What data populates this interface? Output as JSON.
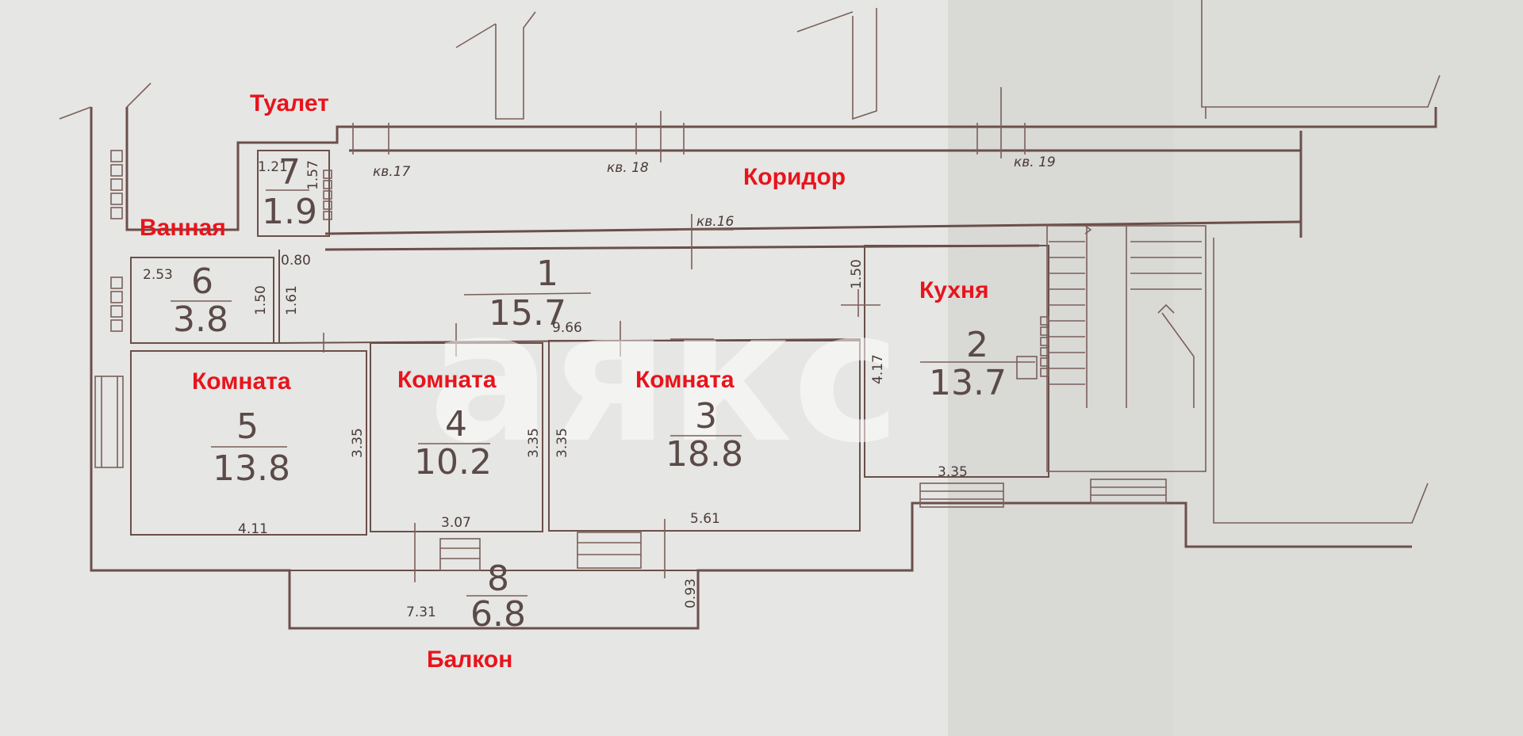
{
  "labels": {
    "toilet": "Туалет",
    "bathroom": "Ванная",
    "corridor": "Коридор",
    "kitchen": "Кухня",
    "room_5": "Комната",
    "room_4": "Комната",
    "room_3": "Комната",
    "balcony": "Балкон"
  },
  "rooms": [
    {
      "num": "1",
      "area": "15.7"
    },
    {
      "num": "2",
      "area": "13.7"
    },
    {
      "num": "3",
      "area": "18.8"
    },
    {
      "num": "4",
      "area": "10.2"
    },
    {
      "num": "5",
      "area": "13.8"
    },
    {
      "num": "6",
      "area": "3.8"
    },
    {
      "num": "7",
      "area": "1.9"
    },
    {
      "num": "8",
      "area": "6.8"
    }
  ],
  "apartments": [
    "кв.17",
    "кв. 18",
    "кв. 19",
    "кв.16"
  ],
  "dimensions": {
    "d121": "1.21",
    "d157": "1.57",
    "d080": "0.80",
    "d253": "2.53",
    "d150a": "1.50",
    "d161": "1.61",
    "d966": "9.66",
    "d150b": "1.50",
    "d417": "4.17",
    "d335a": "3.35",
    "d335b": "3.35",
    "d335c": "3.35",
    "d335d": "3.35",
    "d411": "4.11",
    "d307": "3.07",
    "d561": "5.61",
    "d093": "0.93",
    "d731": "7.31"
  },
  "watermark": "аякс",
  "colors": {
    "label": "#e8141c",
    "line": "#6b4f4a",
    "paper": "#e6e6e4"
  }
}
